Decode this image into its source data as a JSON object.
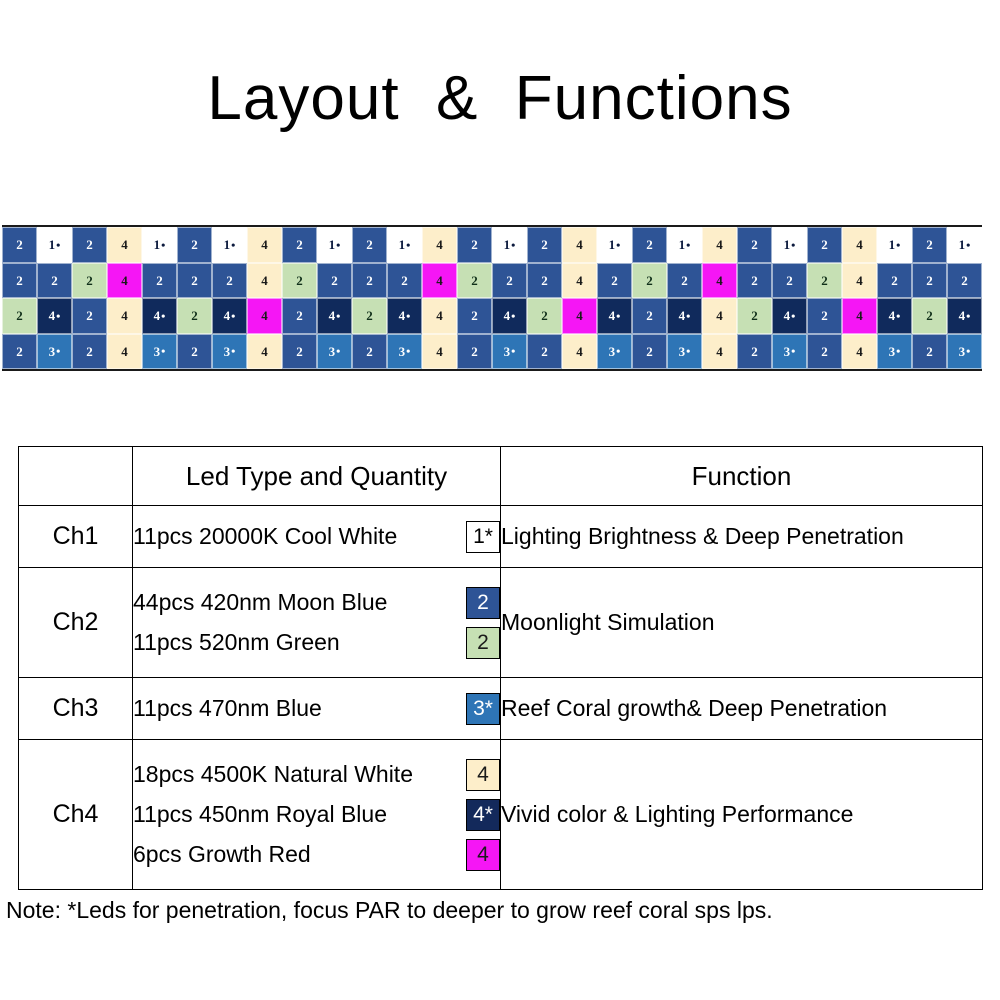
{
  "page": {
    "title": "Layout  &  Functions",
    "note": "Note: *Leds for penetration, focus PAR to deeper to grow reef coral sps lps."
  },
  "colors": {
    "moon_blue": "#2e5496",
    "cool_white": "#ffffff",
    "natural_white": "#fdeeca",
    "green": "#c6e0b4",
    "royal_blue": "#13295b",
    "blue_470": "#2e75b6",
    "growth_red": "#f516f5",
    "grid_background": "#1a1a1a",
    "table_border": "#000000"
  },
  "led_grid": {
    "columns": 28,
    "rows": [
      {
        "row": 1,
        "cells": [
          {
            "label": "2",
            "star": false,
            "color": "c-blue"
          },
          {
            "label": "1",
            "star": true,
            "color": "c-white"
          },
          {
            "label": "2",
            "star": false,
            "color": "c-blue"
          },
          {
            "label": "4",
            "star": false,
            "color": "c-cream"
          },
          {
            "label": "1",
            "star": true,
            "color": "c-white"
          },
          {
            "label": "2",
            "star": false,
            "color": "c-blue"
          },
          {
            "label": "1",
            "star": true,
            "color": "c-white"
          },
          {
            "label": "4",
            "star": false,
            "color": "c-cream"
          },
          {
            "label": "2",
            "star": false,
            "color": "c-blue"
          },
          {
            "label": "1",
            "star": true,
            "color": "c-white"
          },
          {
            "label": "2",
            "star": false,
            "color": "c-blue"
          },
          {
            "label": "1",
            "star": true,
            "color": "c-white"
          },
          {
            "label": "4",
            "star": false,
            "color": "c-cream"
          },
          {
            "label": "2",
            "star": false,
            "color": "c-blue"
          },
          {
            "label": "1",
            "star": true,
            "color": "c-white"
          },
          {
            "label": "2",
            "star": false,
            "color": "c-blue"
          },
          {
            "label": "4",
            "star": false,
            "color": "c-cream"
          },
          {
            "label": "1",
            "star": true,
            "color": "c-white"
          },
          {
            "label": "2",
            "star": false,
            "color": "c-blue"
          },
          {
            "label": "1",
            "star": true,
            "color": "c-white"
          },
          {
            "label": "4",
            "star": false,
            "color": "c-cream"
          },
          {
            "label": "2",
            "star": false,
            "color": "c-blue"
          },
          {
            "label": "1",
            "star": true,
            "color": "c-white"
          },
          {
            "label": "2",
            "star": false,
            "color": "c-blue"
          },
          {
            "label": "4",
            "star": false,
            "color": "c-cream"
          },
          {
            "label": "1",
            "star": true,
            "color": "c-white"
          },
          {
            "label": "2",
            "star": false,
            "color": "c-blue"
          },
          {
            "label": "1",
            "star": true,
            "color": "c-white"
          }
        ]
      },
      {
        "row": 2,
        "cells": [
          {
            "label": "2",
            "star": false,
            "color": "c-blue"
          },
          {
            "label": "2",
            "star": false,
            "color": "c-blue"
          },
          {
            "label": "2",
            "star": false,
            "color": "c-green"
          },
          {
            "label": "4",
            "star": false,
            "color": "c-magenta"
          },
          {
            "label": "2",
            "star": false,
            "color": "c-blue"
          },
          {
            "label": "2",
            "star": false,
            "color": "c-blue"
          },
          {
            "label": "2",
            "star": false,
            "color": "c-blue"
          },
          {
            "label": "4",
            "star": false,
            "color": "c-cream"
          },
          {
            "label": "2",
            "star": false,
            "color": "c-green"
          },
          {
            "label": "2",
            "star": false,
            "color": "c-blue"
          },
          {
            "label": "2",
            "star": false,
            "color": "c-blue"
          },
          {
            "label": "2",
            "star": false,
            "color": "c-blue"
          },
          {
            "label": "4",
            "star": false,
            "color": "c-magenta"
          },
          {
            "label": "2",
            "star": false,
            "color": "c-green"
          },
          {
            "label": "2",
            "star": false,
            "color": "c-blue"
          },
          {
            "label": "2",
            "star": false,
            "color": "c-blue"
          },
          {
            "label": "4",
            "star": false,
            "color": "c-cream"
          },
          {
            "label": "2",
            "star": false,
            "color": "c-blue"
          },
          {
            "label": "2",
            "star": false,
            "color": "c-green"
          },
          {
            "label": "2",
            "star": false,
            "color": "c-blue"
          },
          {
            "label": "4",
            "star": false,
            "color": "c-magenta"
          },
          {
            "label": "2",
            "star": false,
            "color": "c-blue"
          },
          {
            "label": "2",
            "star": false,
            "color": "c-blue"
          },
          {
            "label": "2",
            "star": false,
            "color": "c-green"
          },
          {
            "label": "4",
            "star": false,
            "color": "c-cream"
          },
          {
            "label": "2",
            "star": false,
            "color": "c-blue"
          },
          {
            "label": "2",
            "star": false,
            "color": "c-blue"
          },
          {
            "label": "2",
            "star": false,
            "color": "c-blue"
          }
        ]
      },
      {
        "row": 3,
        "cells": [
          {
            "label": "2",
            "star": false,
            "color": "c-green"
          },
          {
            "label": "4",
            "star": true,
            "color": "c-navy"
          },
          {
            "label": "2",
            "star": false,
            "color": "c-blue"
          },
          {
            "label": "4",
            "star": false,
            "color": "c-cream"
          },
          {
            "label": "4",
            "star": true,
            "color": "c-navy"
          },
          {
            "label": "2",
            "star": false,
            "color": "c-green"
          },
          {
            "label": "4",
            "star": true,
            "color": "c-navy"
          },
          {
            "label": "4",
            "star": false,
            "color": "c-magenta"
          },
          {
            "label": "2",
            "star": false,
            "color": "c-blue"
          },
          {
            "label": "4",
            "star": true,
            "color": "c-navy"
          },
          {
            "label": "2",
            "star": false,
            "color": "c-green"
          },
          {
            "label": "4",
            "star": true,
            "color": "c-navy"
          },
          {
            "label": "4",
            "star": false,
            "color": "c-cream"
          },
          {
            "label": "2",
            "star": false,
            "color": "c-blue"
          },
          {
            "label": "4",
            "star": true,
            "color": "c-navy"
          },
          {
            "label": "2",
            "star": false,
            "color": "c-green"
          },
          {
            "label": "4",
            "star": false,
            "color": "c-magenta"
          },
          {
            "label": "4",
            "star": true,
            "color": "c-navy"
          },
          {
            "label": "2",
            "star": false,
            "color": "c-blue"
          },
          {
            "label": "4",
            "star": true,
            "color": "c-navy"
          },
          {
            "label": "4",
            "star": false,
            "color": "c-cream"
          },
          {
            "label": "2",
            "star": false,
            "color": "c-green"
          },
          {
            "label": "4",
            "star": true,
            "color": "c-navy"
          },
          {
            "label": "2",
            "star": false,
            "color": "c-blue"
          },
          {
            "label": "4",
            "star": false,
            "color": "c-magenta"
          },
          {
            "label": "4",
            "star": true,
            "color": "c-navy"
          },
          {
            "label": "2",
            "star": false,
            "color": "c-green"
          },
          {
            "label": "4",
            "star": true,
            "color": "c-navy"
          }
        ]
      },
      {
        "row": 4,
        "cells": [
          {
            "label": "2",
            "star": false,
            "color": "c-blue"
          },
          {
            "label": "3",
            "star": true,
            "color": "c-mblue"
          },
          {
            "label": "2",
            "star": false,
            "color": "c-blue"
          },
          {
            "label": "4",
            "star": false,
            "color": "c-cream"
          },
          {
            "label": "3",
            "star": true,
            "color": "c-mblue"
          },
          {
            "label": "2",
            "star": false,
            "color": "c-blue"
          },
          {
            "label": "3",
            "star": true,
            "color": "c-mblue"
          },
          {
            "label": "4",
            "star": false,
            "color": "c-cream"
          },
          {
            "label": "2",
            "star": false,
            "color": "c-blue"
          },
          {
            "label": "3",
            "star": true,
            "color": "c-mblue"
          },
          {
            "label": "2",
            "star": false,
            "color": "c-blue"
          },
          {
            "label": "3",
            "star": true,
            "color": "c-mblue"
          },
          {
            "label": "4",
            "star": false,
            "color": "c-cream"
          },
          {
            "label": "2",
            "star": false,
            "color": "c-blue"
          },
          {
            "label": "3",
            "star": true,
            "color": "c-mblue"
          },
          {
            "label": "2",
            "star": false,
            "color": "c-blue"
          },
          {
            "label": "4",
            "star": false,
            "color": "c-cream"
          },
          {
            "label": "3",
            "star": true,
            "color": "c-mblue"
          },
          {
            "label": "2",
            "star": false,
            "color": "c-blue"
          },
          {
            "label": "3",
            "star": true,
            "color": "c-mblue"
          },
          {
            "label": "4",
            "star": false,
            "color": "c-cream"
          },
          {
            "label": "2",
            "star": false,
            "color": "c-blue"
          },
          {
            "label": "3",
            "star": true,
            "color": "c-mblue"
          },
          {
            "label": "2",
            "star": false,
            "color": "c-blue"
          },
          {
            "label": "4",
            "star": false,
            "color": "c-cream"
          },
          {
            "label": "3",
            "star": true,
            "color": "c-mblue"
          },
          {
            "label": "2",
            "star": false,
            "color": "c-blue"
          },
          {
            "label": "3",
            "star": true,
            "color": "c-mblue"
          }
        ]
      }
    ]
  },
  "table": {
    "headers": {
      "channel": "",
      "led_type": "Led Type and Quantity",
      "function": "Function"
    },
    "rows": [
      {
        "channel": "Ch1",
        "types": [
          {
            "text": "11pcs 20000K Cool White",
            "badge": "1*",
            "badge_style": "sw-outline"
          }
        ],
        "function": "Lighting Brightness & Deep Penetration"
      },
      {
        "channel": "Ch2",
        "types": [
          {
            "text": "44pcs 420nm Moon Blue",
            "badge": "2",
            "badge_style": "sw-blue"
          },
          {
            "text": "11pcs 520nm Green",
            "badge": "2",
            "badge_style": "sw-green"
          }
        ],
        "function": "Moonlight Simulation"
      },
      {
        "channel": "Ch3",
        "types": [
          {
            "text": "11pcs 470nm Blue",
            "badge": "3*",
            "badge_style": "sw-mblue"
          }
        ],
        "function": "Reef Coral growth& Deep Penetration"
      },
      {
        "channel": "Ch4",
        "types": [
          {
            "text": "18pcs 4500K Natural White",
            "badge": "4",
            "badge_style": "sw-cream"
          },
          {
            "text": "11pcs 450nm Royal Blue",
            "badge": "4*",
            "badge_style": "sw-navy"
          },
          {
            "text": "6pcs Growth Red",
            "badge": "4",
            "badge_style": "sw-magenta"
          }
        ],
        "function": "Vivid color & Lighting Performance"
      }
    ]
  }
}
